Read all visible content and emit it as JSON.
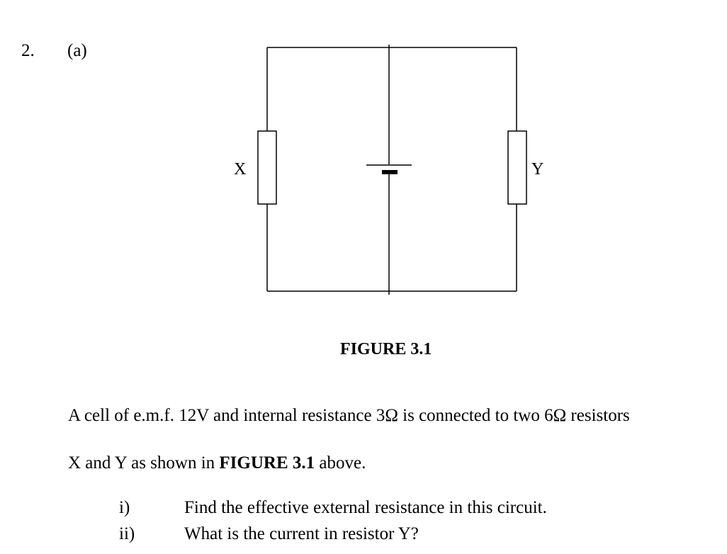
{
  "question": {
    "number": "2.",
    "part": "(a)"
  },
  "figure": {
    "label_x": "X",
    "label_y": "Y",
    "caption": "FIGURE 3.1"
  },
  "text": {
    "paragraph_line1": "A cell of e.m.f. 12V and internal resistance 3Ω is connected to two 6Ω resistors",
    "paragraph_line2_start": "X and Y as shown in ",
    "paragraph_line2_bold": "FIGURE 3.1",
    "paragraph_line2_end": " above."
  },
  "items": [
    {
      "num": "i)",
      "text": "Find the effective external resistance in this circuit."
    },
    {
      "num": "ii)",
      "text": "What is the current in resistor Y?"
    }
  ]
}
